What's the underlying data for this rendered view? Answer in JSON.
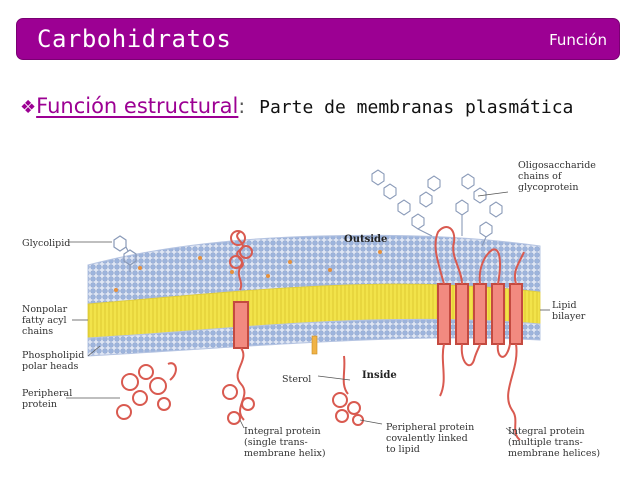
{
  "header": {
    "title": "Carbohidratos",
    "section": "Función"
  },
  "subtitle": {
    "bullet": "❖",
    "function_name": "Función estructural",
    "colon": ":",
    "description": "Parte de membranas plasmática"
  },
  "colors": {
    "banner": "#9c0093",
    "accent": "#9c0093",
    "protein": "#e87a72",
    "lipid_core": "#f2e34a",
    "heads": "#9db4dc"
  },
  "figure": {
    "labels": {
      "oligo": [
        "Oligosaccharide",
        "chains of",
        "glycoprotein"
      ],
      "outside": "Outside",
      "inside": "Inside",
      "glycolipid": "Glycolipid",
      "nonpolar": [
        "Nonpolar",
        "fatty acyl",
        "chains"
      ],
      "phospholipid": [
        "Phospholipid",
        "polar heads"
      ],
      "peripheral": [
        "Peripheral",
        "protein"
      ],
      "lipid_bilayer": [
        "Lipid",
        "bilayer"
      ],
      "sterol": "Sterol",
      "integral_single": [
        "Integral protein",
        "(single trans-",
        "membrane helix)"
      ],
      "peripheral_lipid": [
        "Peripheral protein",
        "covalently linked",
        "to lipid"
      ],
      "integral_multi": [
        "Integral protein",
        "(multiple trans-",
        "membrane helices)"
      ]
    }
  }
}
